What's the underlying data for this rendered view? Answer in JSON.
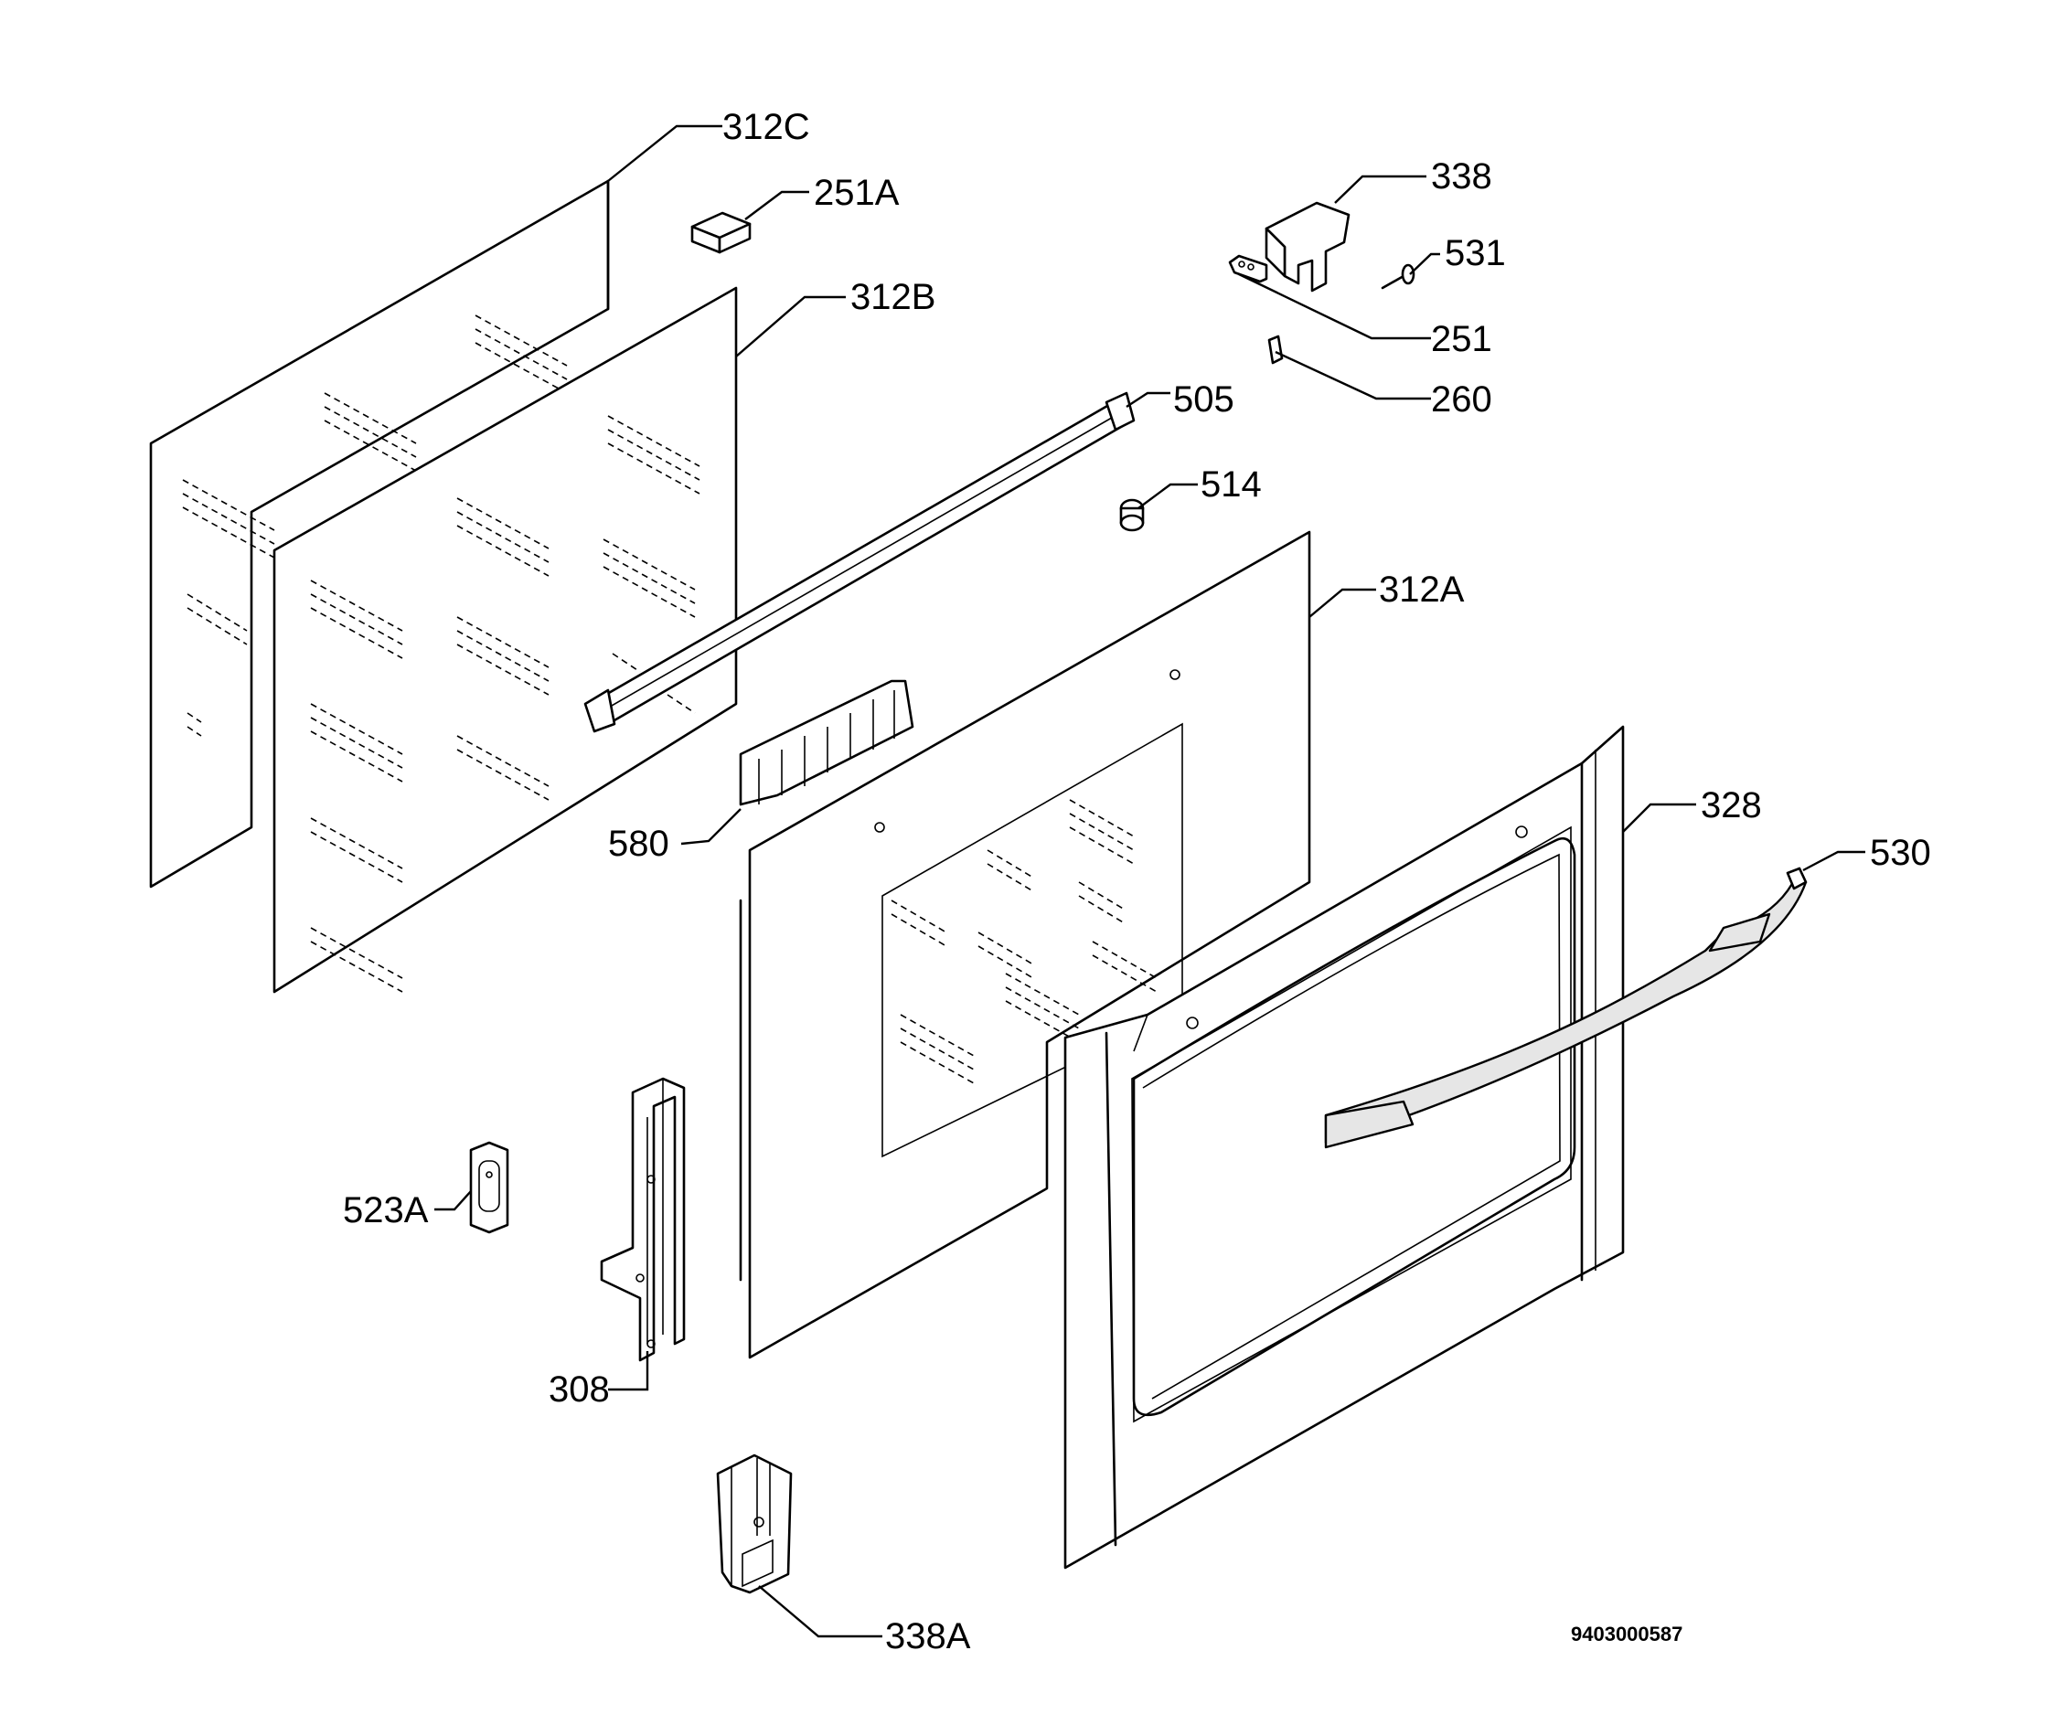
{
  "diagram": {
    "labels": {
      "p312c": "312C",
      "p251a": "251A",
      "p312b": "312B",
      "p338": "338",
      "p531": "531",
      "p251": "251",
      "p260": "260",
      "p505": "505",
      "p514": "514",
      "p312a": "312A",
      "p328": "328",
      "p530": "530",
      "p580": "580",
      "p523a": "523A",
      "p308": "308",
      "p338a": "338A"
    },
    "drawing_code": "9403000587"
  }
}
